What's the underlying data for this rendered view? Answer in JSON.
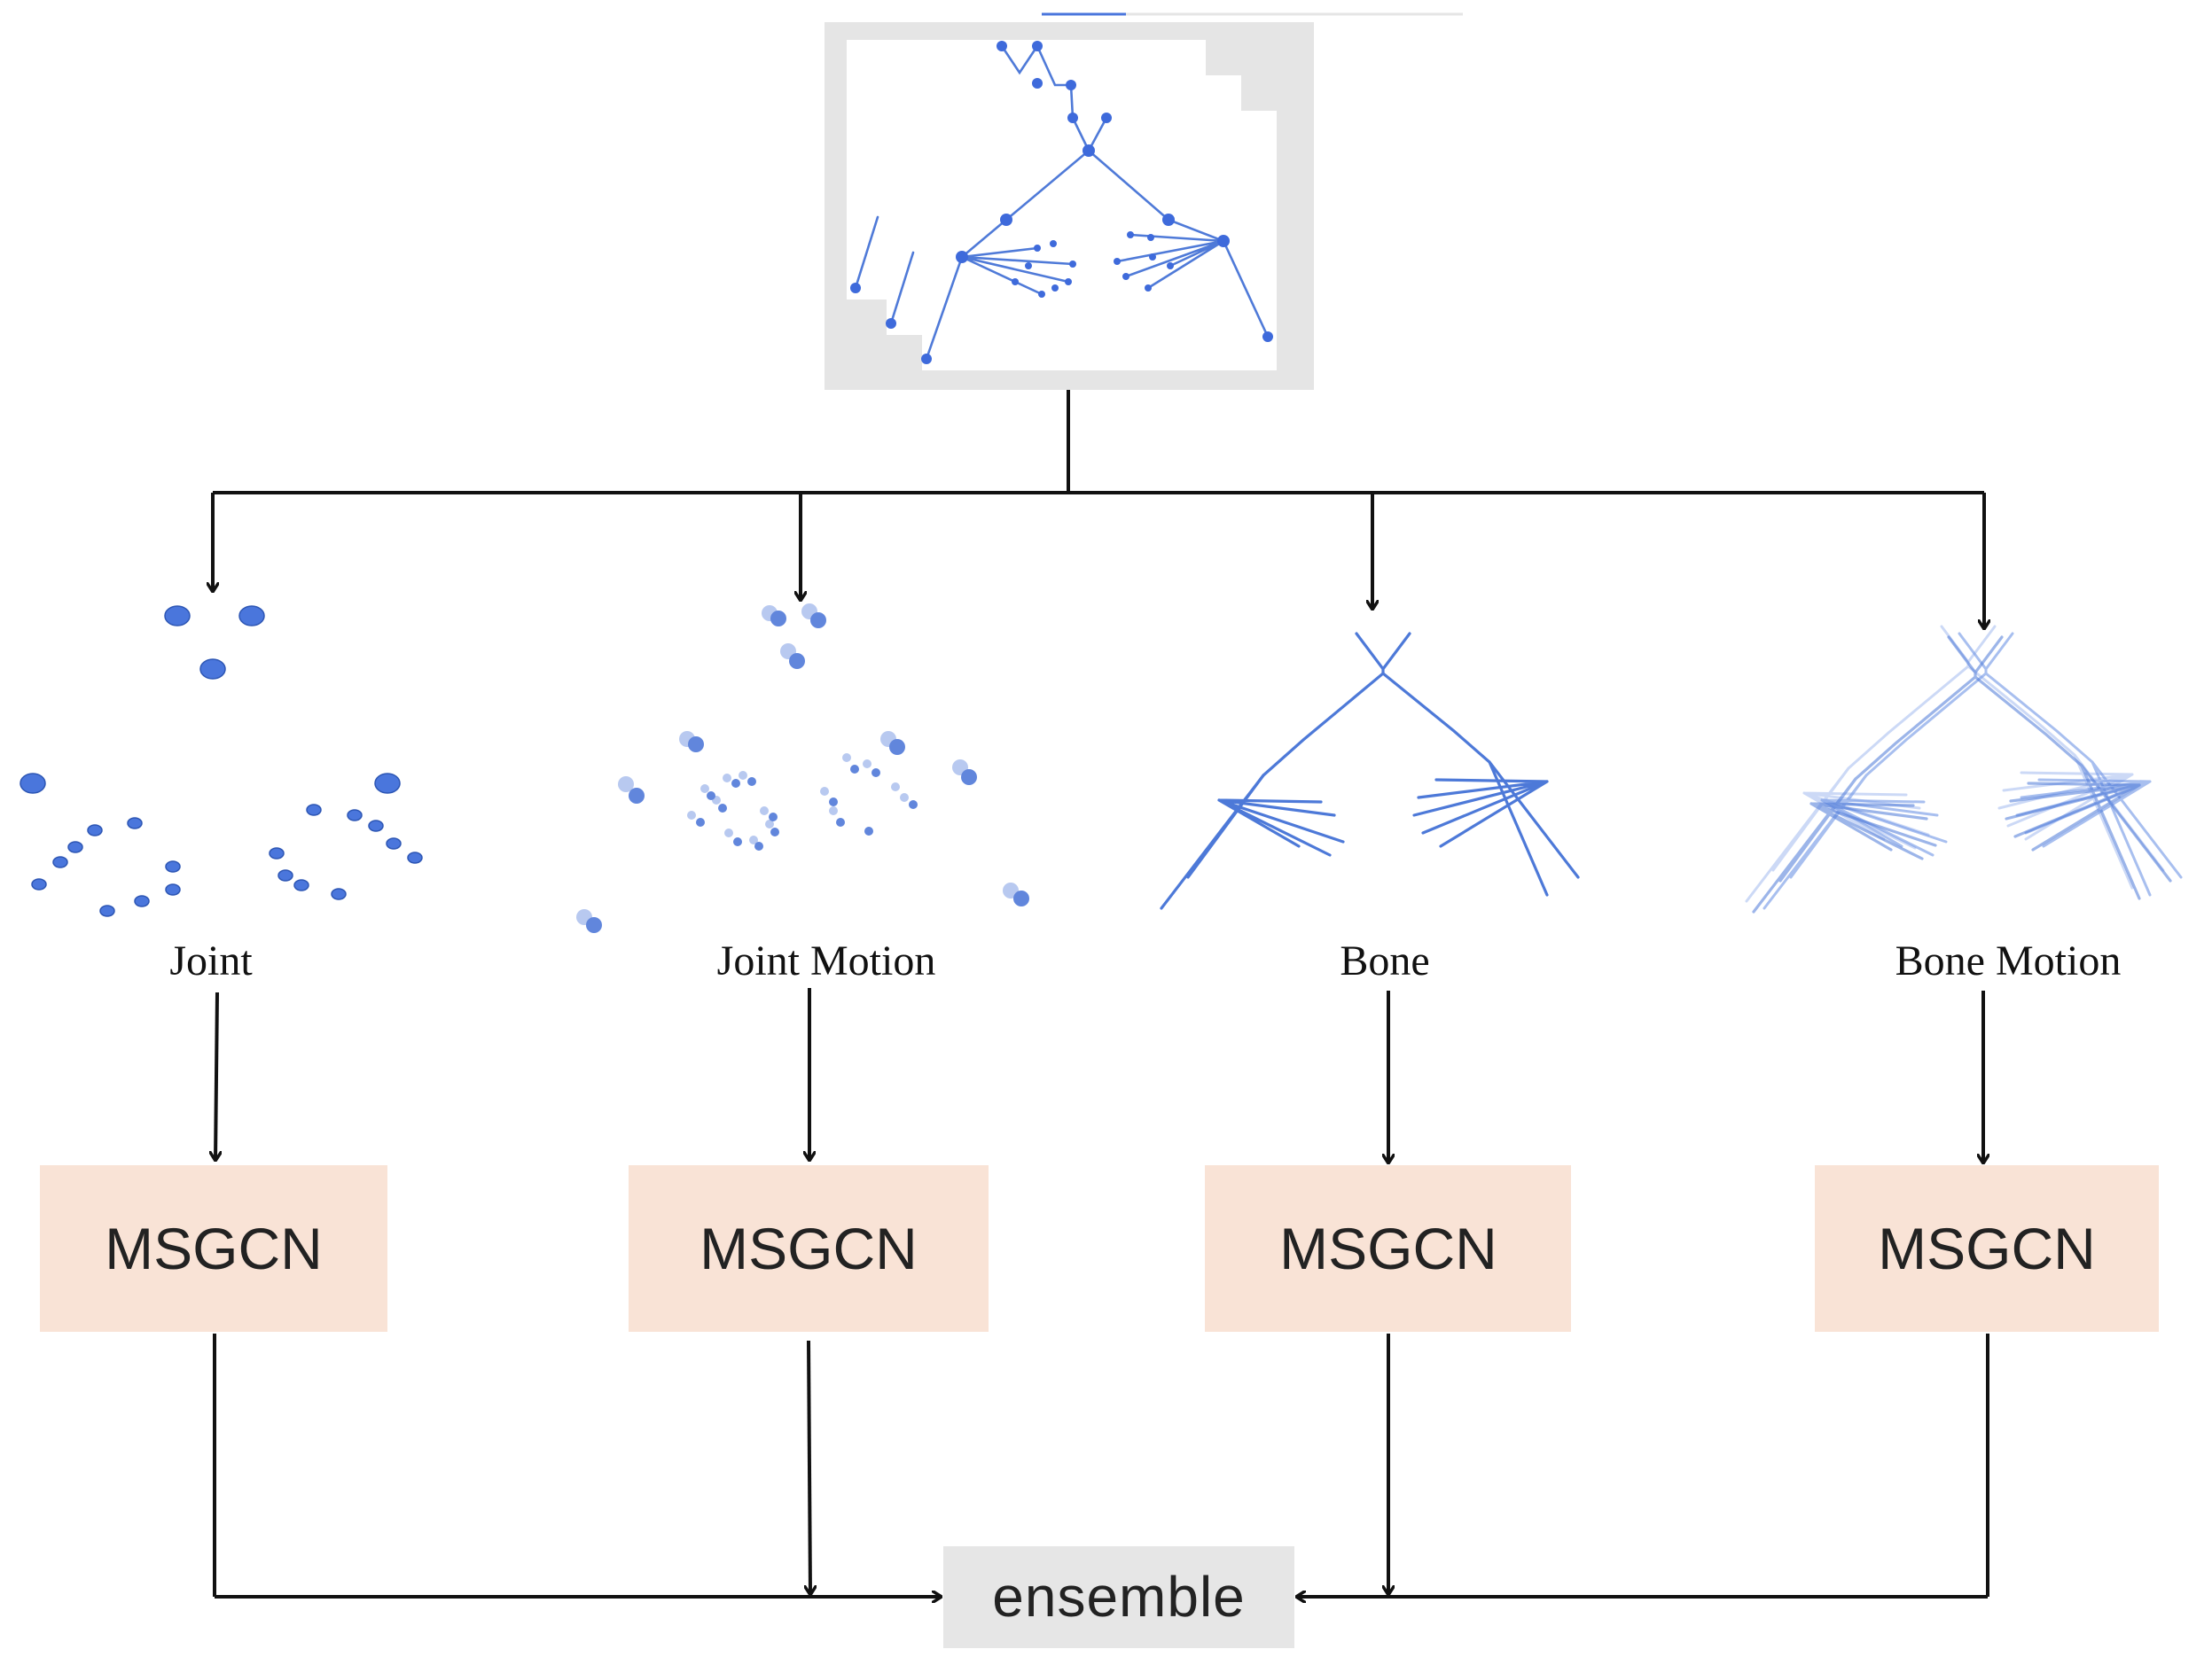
{
  "streams": [
    {
      "key": "joint",
      "label": "Joint"
    },
    {
      "key": "joint_motion",
      "label": "Joint Motion"
    },
    {
      "key": "bone",
      "label": "Bone"
    },
    {
      "key": "bone_motion",
      "label": "Bone Motion"
    }
  ],
  "module_label": "MSGCN",
  "ensemble_label": "ensemble",
  "colors": {
    "module_fill": "#f9e3d6",
    "ensemble_fill": "#e6e6e6",
    "skeleton_blue": "#4a76dc",
    "frame_gray": "#e5e5e5",
    "arrow": "#111111"
  }
}
